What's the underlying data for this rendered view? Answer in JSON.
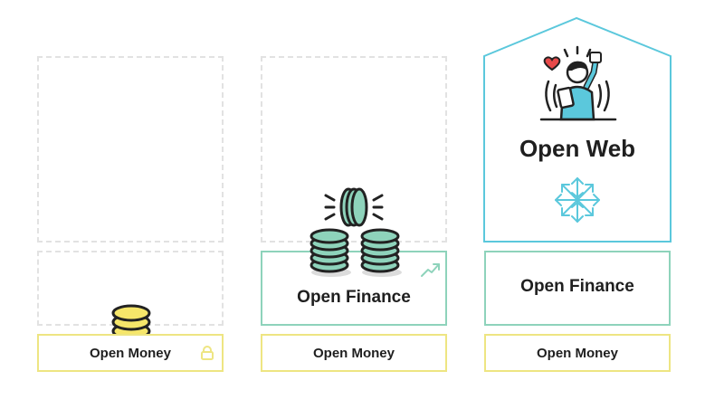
{
  "columns": [
    {
      "layers": [
        "Open Money"
      ]
    },
    {
      "layers": [
        "Open Money",
        "Open Finance"
      ]
    },
    {
      "layers": [
        "Open Money",
        "Open Finance",
        "Open Web"
      ]
    }
  ],
  "colors": {
    "open_money_border": "#eee582",
    "open_finance_border": "#8ed3bb",
    "open_web_border": "#5bc8dc",
    "placeholder_dash": "#e2e2e2"
  },
  "icons": [
    "coin-stack-icon",
    "lock-icon",
    "coin-stacks-icon",
    "spinning-coin-icon",
    "trend-up-icon",
    "person-with-tablet-icon",
    "network-arrows-icon"
  ]
}
